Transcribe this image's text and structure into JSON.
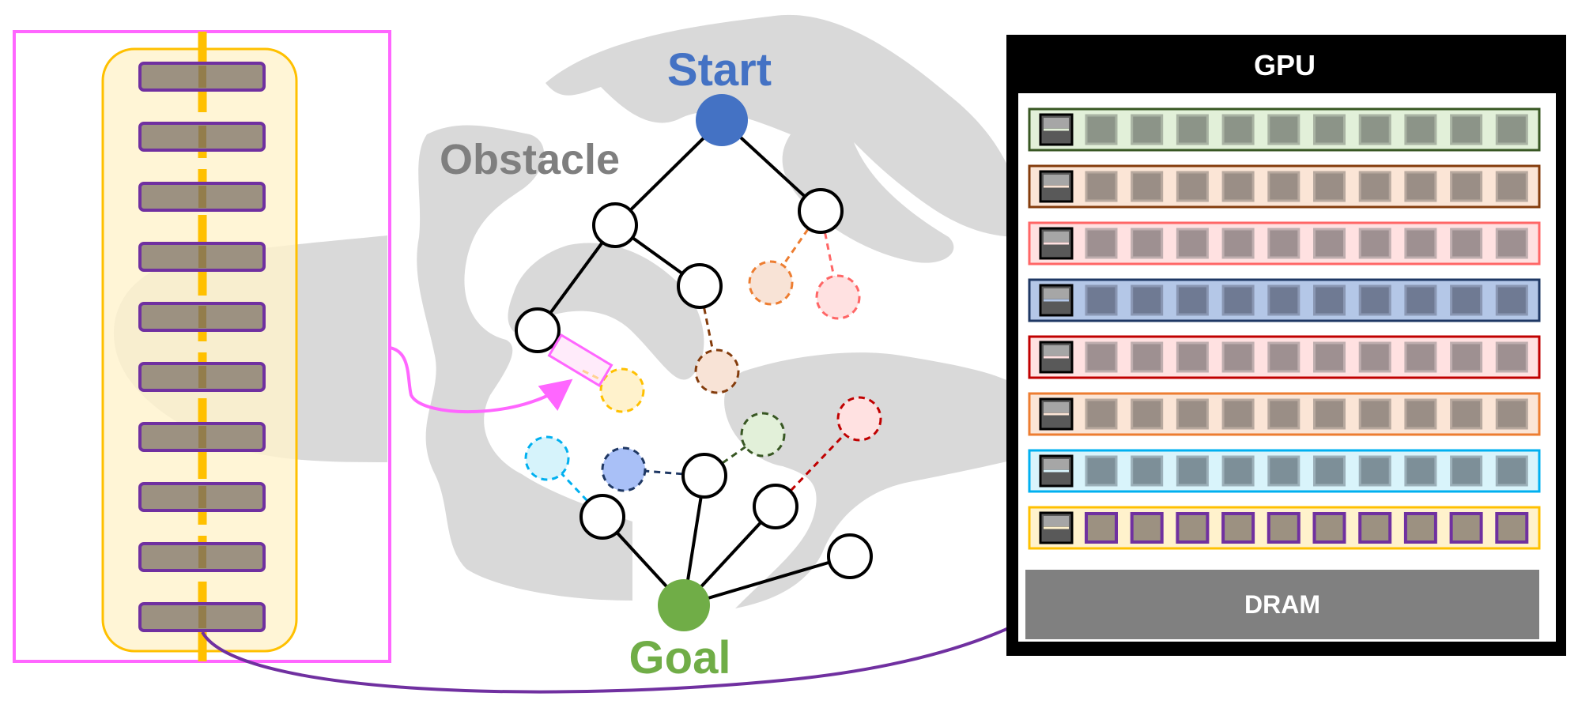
{
  "labels": {
    "start": "Start",
    "goal": "Goal",
    "obstacle": "Obstacle",
    "gpu": "GPU",
    "dram": "DRAM"
  },
  "colors": {
    "start": "#4472C4",
    "goal": "#70AD47",
    "obstacle": "#D9D9D9",
    "obstacle_text": "#7F7F7F",
    "magnify_box": "#FF66FF",
    "robot_panel_fill": "#FFF2CC",
    "robot_panel_border": "#FFC000",
    "link_fill": "#9C9181",
    "link_border": "#7030A0",
    "arrow_magnify": "#FF66FF",
    "arrow_gpu": "#7030A0",
    "gpu_frame": "#000000",
    "dram_fill": "#808080"
  },
  "gpu_rows": [
    {
      "border": "#385723",
      "fill": "#E2F0D9",
      "cell": "#8C9488",
      "cell_border": "#A9B3A3"
    },
    {
      "border": "#843C0C",
      "fill": "#FBE5D6",
      "cell": "#9A8E86",
      "cell_border": "#B8A99F"
    },
    {
      "border": "#FF6666",
      "fill": "#FFE1E1",
      "cell": "#9E9091",
      "cell_border": "#BFAEAF"
    },
    {
      "border": "#1F3864",
      "fill": "#B4C7E7",
      "cell": "#6F7A93",
      "cell_border": "#8A97B3"
    },
    {
      "border": "#C00000",
      "fill": "#FFE1E1",
      "cell": "#9E9091",
      "cell_border": "#BFAEAF"
    },
    {
      "border": "#ED7D31",
      "fill": "#FBE5D6",
      "cell": "#9A8E86",
      "cell_border": "#B8A99F"
    },
    {
      "border": "#00B0F0",
      "fill": "#D9F4FB",
      "cell": "#7D8F98",
      "cell_border": "#9CB0B9"
    },
    {
      "border": "#FFC000",
      "fill": "#FFF2CC",
      "cell": "#9C9181",
      "cell_border": "#7030A0"
    }
  ],
  "tree_nodes_solid": [
    {
      "id": "n1"
    },
    {
      "id": "n2"
    },
    {
      "id": "n3"
    },
    {
      "id": "n4"
    },
    {
      "id": "n5"
    },
    {
      "id": "n6"
    },
    {
      "id": "n7"
    },
    {
      "id": "n8"
    }
  ],
  "tree_nodes_dashed": [
    {
      "id": "d1",
      "color": "#ED7D31",
      "fill": "#F8E3D6"
    },
    {
      "id": "d2",
      "color": "#FF6666",
      "fill": "#FFE1E1"
    },
    {
      "id": "d3",
      "color": "#843C0C",
      "fill": "#F8E3D6"
    },
    {
      "id": "d4",
      "color": "#FFC000",
      "fill": "#FFF2CC"
    },
    {
      "id": "d5",
      "color": "#00B0F0",
      "fill": "#D6F3FB"
    },
    {
      "id": "d6",
      "color": "#1F3864",
      "fill": "#A9C0F7"
    },
    {
      "id": "d7",
      "color": "#385723",
      "fill": "#E2F0D9"
    },
    {
      "id": "d8",
      "color": "#C00000",
      "fill": "#FFE1E1"
    }
  ]
}
